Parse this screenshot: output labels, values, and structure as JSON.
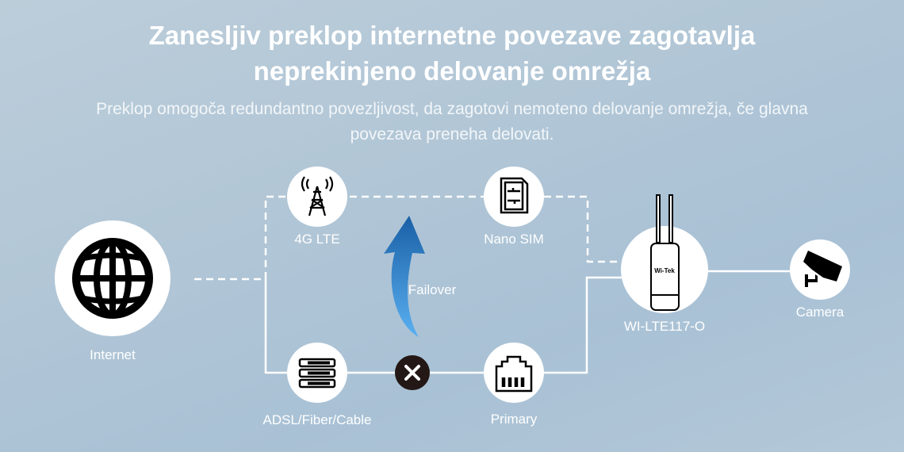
{
  "title_line1": "Zanesljiv preklop internetne povezave zagotavlja",
  "title_line2": "neprekinjeno delovanje omrežja",
  "subtitle_line1": "Preklop omogoča redundantno povezljivost, da zagotovi nemoteno delovanje omrežja, če glavna",
  "subtitle_line2": "povezava preneha delovati.",
  "nodes": {
    "internet": "Internet",
    "lte": "4G LTE",
    "sim": "Nano SIM",
    "adsl": "ADSL/Fiber/Cable",
    "primary": "Primary",
    "router": "WI-LTE117-O",
    "camera": "Camera"
  },
  "failover_label": "Failover",
  "router_logo": "Wi-Tek",
  "colors": {
    "arrow_top": "#1a5fa6",
    "arrow_bottom": "#5ab0f0",
    "fail_badge": "#231815"
  }
}
